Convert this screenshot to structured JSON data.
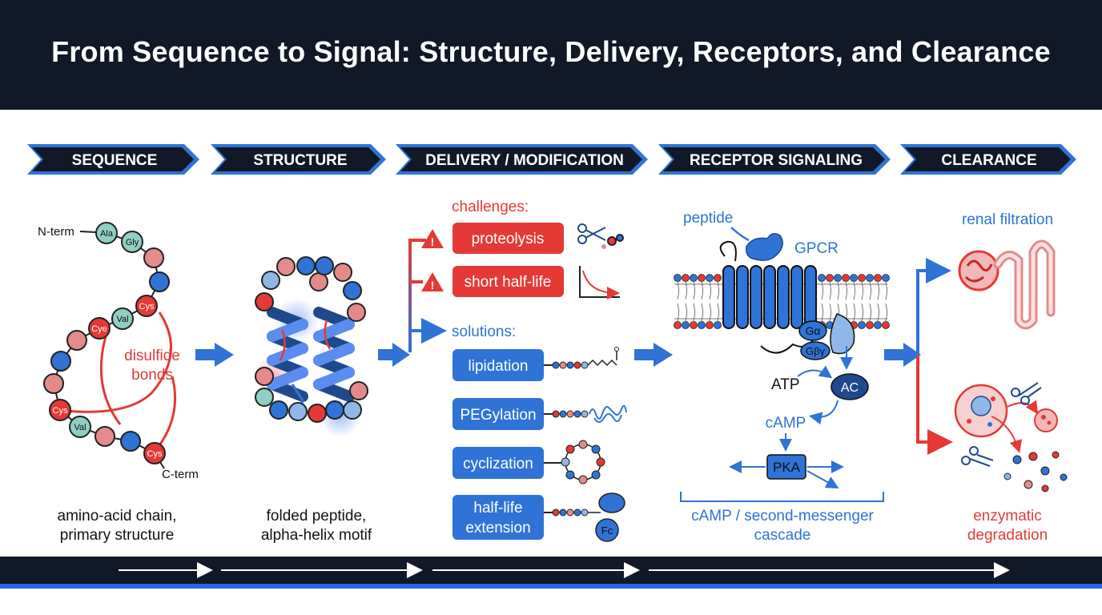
{
  "title": "From Sequence to Signal: Structure, Delivery, Receptors, and Clearance",
  "colors": {
    "dark": "#111827",
    "blue": "#2f73d6",
    "red": "#e53935",
    "navy": "#1e4a8c"
  },
  "stages": [
    "SEQUENCE",
    "STRUCTURE",
    "DELIVERY / MODIFICATION",
    "RECEPTOR SIGNALING",
    "CLEARANCE"
  ],
  "sequence": {
    "n_term": "N-term",
    "c_term": "C-term",
    "residues": [
      "Ala",
      "Gly",
      "Cys",
      "Val",
      "Cye",
      "Cys",
      "Val",
      "Cys"
    ],
    "disulfide": "disulfide",
    "bonds": "bonds",
    "caption1": "amino-acid chain,",
    "caption2": "primary structure"
  },
  "structure": {
    "caption1": "folded peptide,",
    "caption2": "alpha-helix motif"
  },
  "delivery": {
    "challenges": "challenges:",
    "challenge_items": [
      "proteolysis",
      "short half-life"
    ],
    "solutions": "solutions:",
    "solution_items": [
      "lipidation",
      "PEGylation",
      "cyclization",
      "half-life",
      "extension"
    ],
    "fc": "Fc"
  },
  "signaling": {
    "peptide": "peptide",
    "gpcr": "GPCR",
    "ga": "Gα",
    "gby": "Gβγ",
    "atp": "ATP",
    "ac": "AC",
    "camp": "cAMP",
    "pka": "PKA",
    "caption1": "cAMP / second-messenger",
    "caption2": "cascade"
  },
  "clearance": {
    "renal": "renal filtration",
    "caption1": "enzymatic",
    "caption2": "degradation"
  },
  "icons": [
    "warning-icon",
    "scissors-icon",
    "decay-curve-icon",
    "lipid-tail-icon",
    "peg-chain-icon",
    "ring-icon",
    "fc-domain-icon",
    "kidney-icon",
    "cell-icon"
  ]
}
